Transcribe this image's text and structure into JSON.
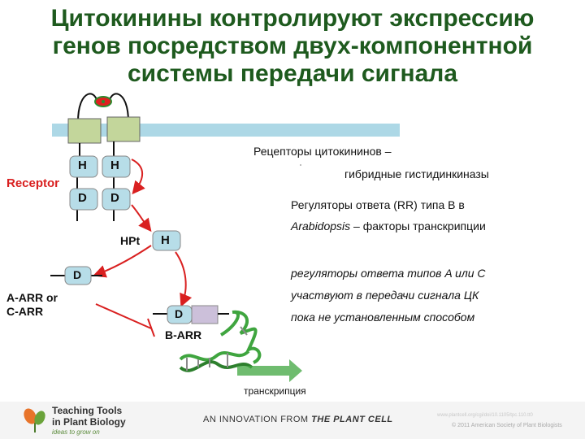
{
  "title": {
    "line1": "Цитокинины контролируют экспрессию",
    "line2": "генов посредством двух-компонентной",
    "line3": "системы передачи сигнала"
  },
  "diagram": {
    "receptor_label": "Receptor",
    "h_label": "H",
    "d_label": "D",
    "hpt_label": "HPt",
    "arr_a_c_label_line1": "A-ARR or",
    "arr_a_c_label_line2": "C-ARR",
    "arr_b_label": "B-ARR",
    "transcription_label": "транскрипция"
  },
  "notes": {
    "receptors_line1": "Рецепторы цитокининов –",
    "receptors_line2": "гибридные гистидинкиназы",
    "rr_line1": "Регуляторы ответа (RR) типа B в",
    "rr_line2_italic": "Arabidopsis",
    "rr_line2_rest": " – факторы транскрипции",
    "ac_line1": "регуляторы ответа типов A или C",
    "ac_line2": "участвуют в передачи сигнала ЦК",
    "ac_line3": "пока не установленным способом"
  },
  "footer": {
    "logo_line1": "Teaching Tools",
    "logo_line2": "in Plant Biology",
    "logo_tagline": "ideas to grow on",
    "innovation_prefix": "AN INNOVATION FROM ",
    "innovation_journal": "THE PLANT CELL",
    "url": "www.plantcell.org/cgi/doi/10.1105/tpc.110.tt0",
    "copyright": "© 2011 American Society of Plant Biologists"
  },
  "colors": {
    "title": "#1e5a1e",
    "membrane": "#add8e6",
    "receptor_box": "#c3d69b",
    "domain_box": "#b7dde8",
    "arrow": "#d92020",
    "b_arr_box": "#ccc0da",
    "dna_green": "#3fa53f",
    "ligand_red": "#e02020",
    "ligand_green": "#2e8b2e"
  }
}
